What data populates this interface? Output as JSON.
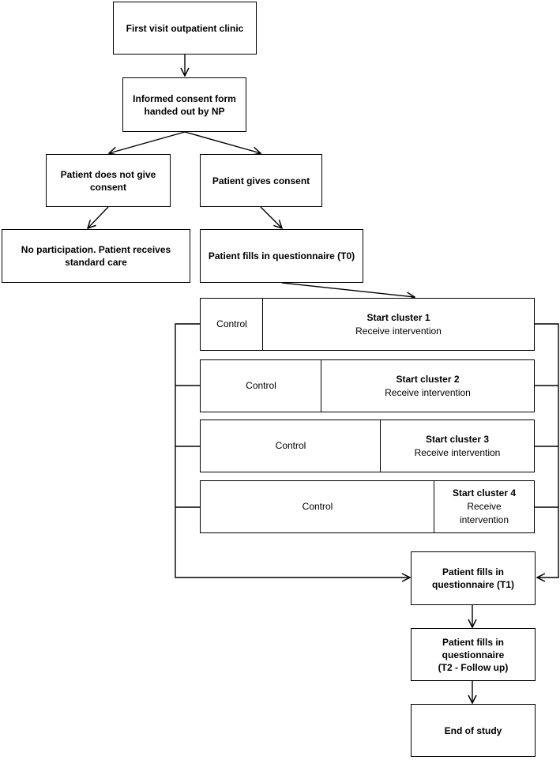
{
  "nodes": {
    "first_visit": "First visit outpatient clinic",
    "consent_form_line1": "Informed consent form",
    "consent_form_line2": "handed out by NP",
    "no_consent_line1": "Patient does not give",
    "no_consent_line2": "consent",
    "gives_consent": "Patient gives consent",
    "no_participation_line1": "No participation. Patient receives",
    "no_participation_line2": "standard care",
    "questionnaire_t0": "Patient fills in questionnaire (T0)",
    "questionnaire_t1_line1": "Patient fills in",
    "questionnaire_t1_line2": "questionnaire (T1)",
    "questionnaire_t2_line1": "Patient fills in",
    "questionnaire_t2_line2": "questionnaire",
    "questionnaire_t2_line3": "(T2 - Follow up)",
    "end_of_study": "End of study"
  },
  "clusters": [
    {
      "control": "Control",
      "start": "Start cluster 1",
      "intervention": "Receive intervention"
    },
    {
      "control": "Control",
      "start": "Start cluster 2",
      "intervention": "Receive intervention"
    },
    {
      "control": "Control",
      "start": "Start cluster 3",
      "intervention": "Receive intervention"
    },
    {
      "control": "Control",
      "start": "Start cluster 4",
      "intervention_line1": "Receive",
      "intervention_line2": "intervention"
    }
  ]
}
